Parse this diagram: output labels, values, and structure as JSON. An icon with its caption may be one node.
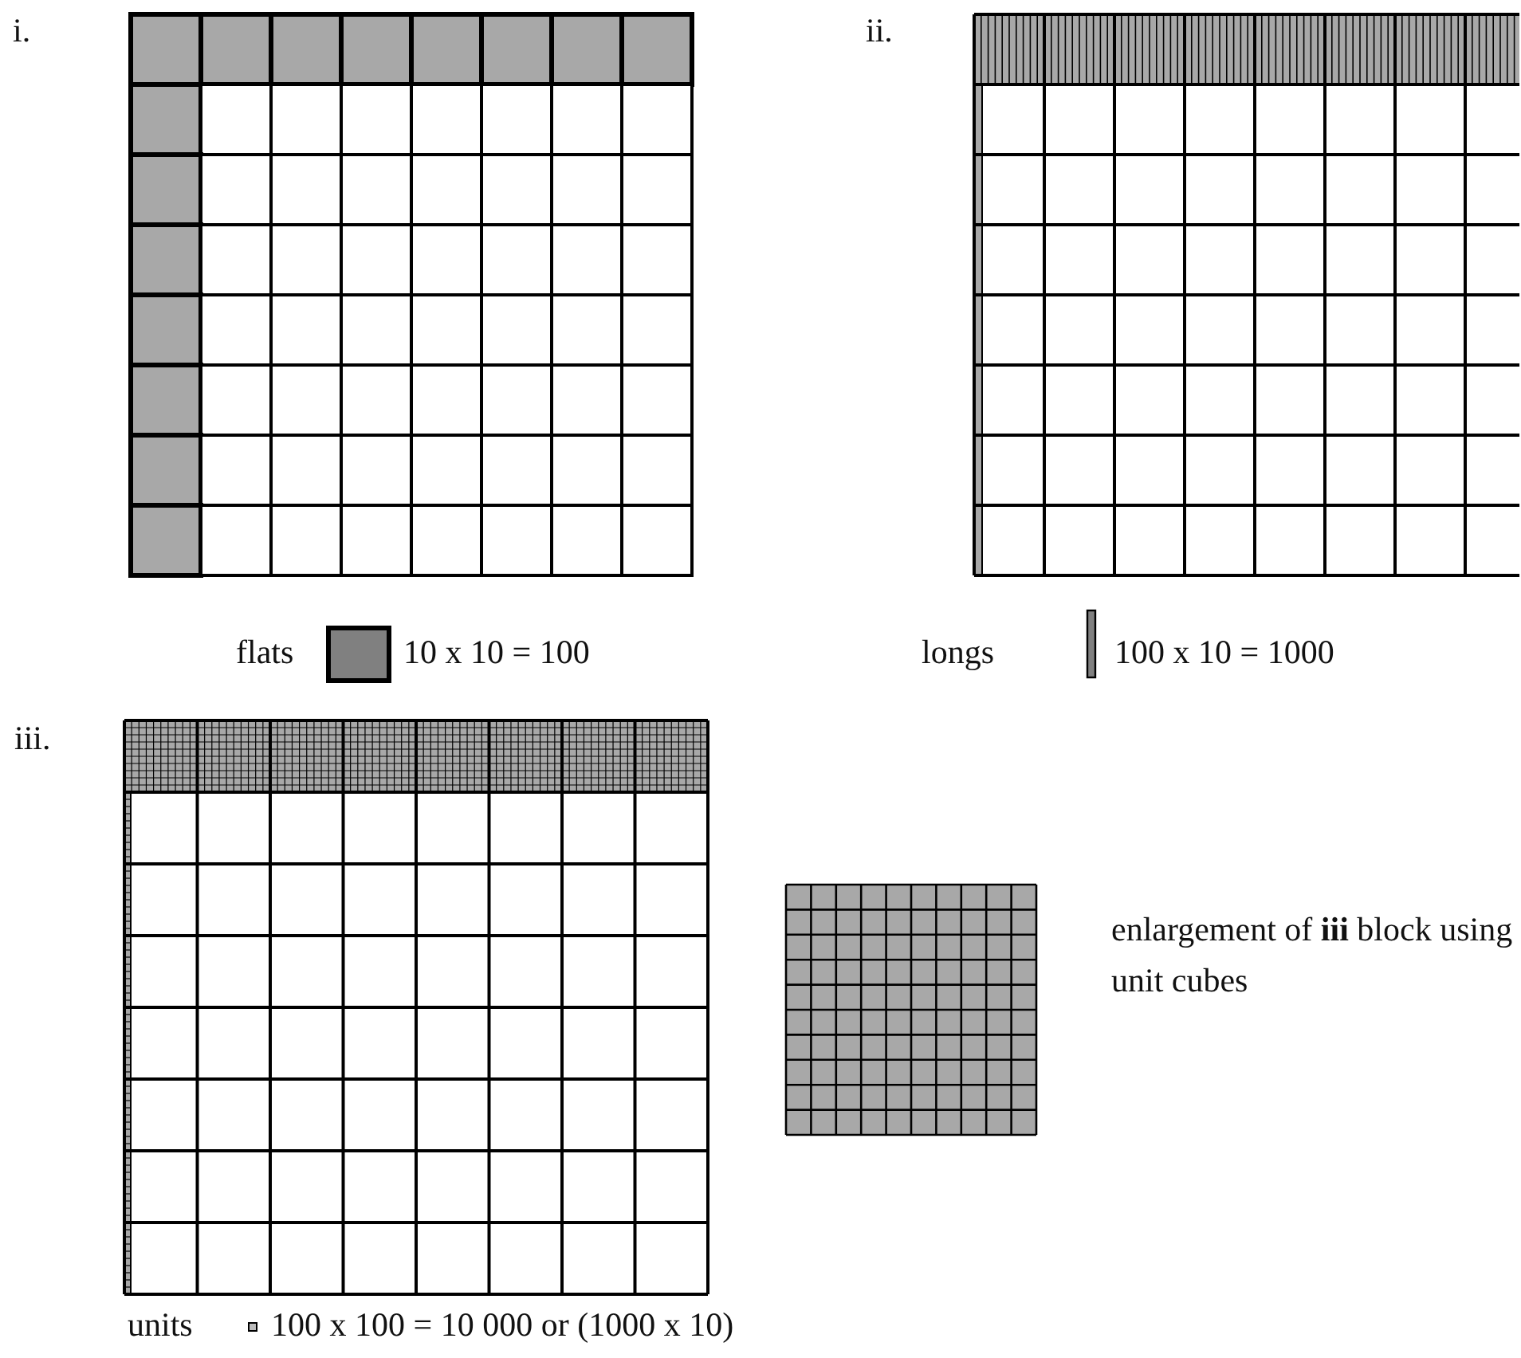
{
  "diagram": {
    "labels": [
      "i.",
      "ii.",
      "flats",
      "10 x 10 = 100",
      "longs",
      "100 x 10 = 1000",
      "iii.",
      "enlargement of **iii** block using unit cubes",
      "units",
      "100 x 100 = 10 000 or (1000 x 10)"
    ]
  }
}
